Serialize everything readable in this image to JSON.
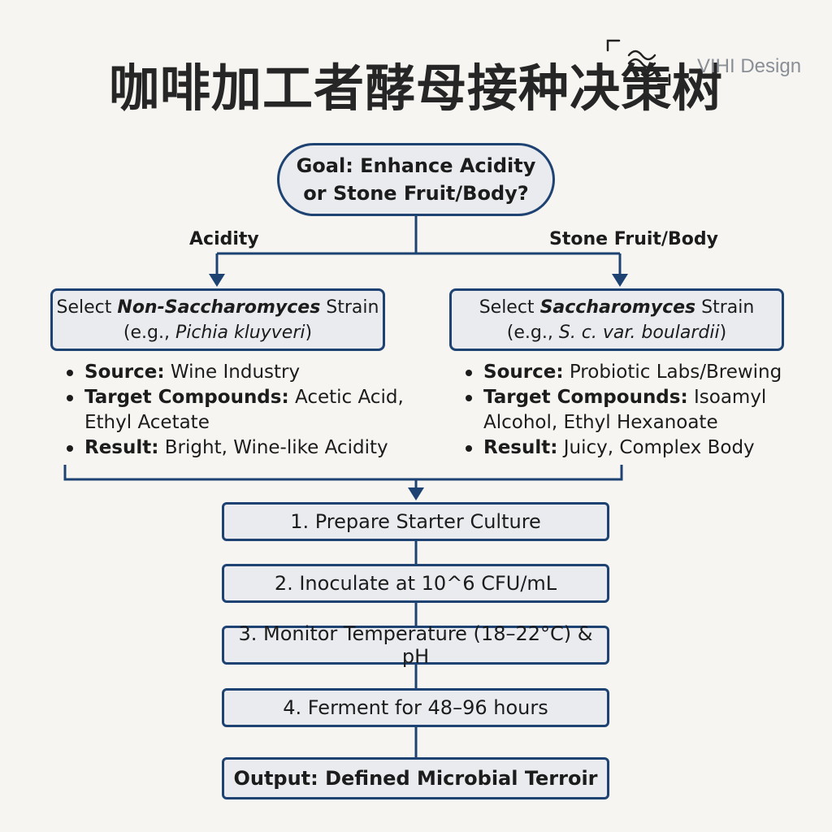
{
  "title": "咖啡加工者酵母接种决策树",
  "watermark": {
    "text": "VIHI Design",
    "logo_icon": "wave-bracket-logo"
  },
  "goal": {
    "line1": "Goal: Enhance Acidity",
    "line2": "or Stone Fruit/Body?"
  },
  "branches": {
    "left": {
      "label": "Acidity",
      "box": {
        "prefix": "Select ",
        "strain": "Non-Saccharomyces",
        "suffix": " Strain",
        "example_prefix": "(e.g., ",
        "example": "Pichia kluyveri",
        "example_suffix": ")"
      },
      "details": [
        {
          "key": "Source:",
          "value": " Wine Industry"
        },
        {
          "key": "Target Compounds:",
          "value": " Acetic Acid, Ethyl Acetate"
        },
        {
          "key": "Result:",
          "value": " Bright, Wine-like Acidity"
        }
      ]
    },
    "right": {
      "label": "Stone Fruit/Body",
      "box": {
        "prefix": "Select ",
        "strain": "Saccharomyces",
        "suffix": " Strain",
        "example_prefix": "(e.g., ",
        "example": "S. c. var. boulardii",
        "example_suffix": ")"
      },
      "details": [
        {
          "key": "Source:",
          "value": " Probiotic Labs/Brewing"
        },
        {
          "key": "Target Compounds:",
          "value": " Isoamyl Alcohol, Ethyl Hexanoate"
        },
        {
          "key": "Result:",
          "value": " Juicy, Complex Body"
        }
      ]
    }
  },
  "steps": [
    "1. Prepare Starter Culture",
    "2. Inoculate at 10^6 CFU/mL",
    "3. Monitor Temperature (18–22°C) & pH",
    "4. Ferment for 48–96 hours"
  ],
  "output": "Output: Defined Microbial Terroir",
  "colors": {
    "line": "#1e4373",
    "box_fill": "#e9ebee",
    "background": "#f6f5f1"
  }
}
